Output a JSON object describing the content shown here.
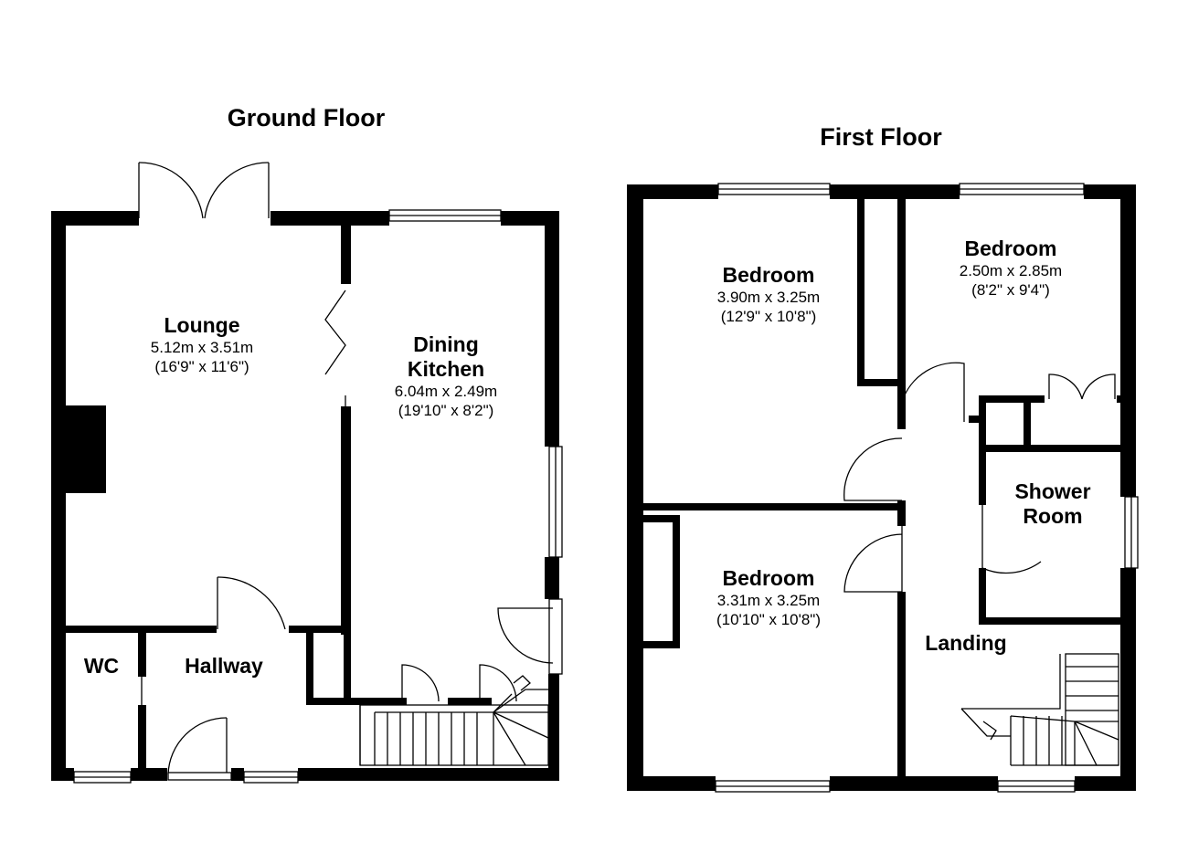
{
  "floors": {
    "ground": {
      "title": "Ground Floor",
      "rooms": {
        "lounge": {
          "name": "Lounge",
          "size_m": "5.12m x 3.51m",
          "size_ft": "(16'9\" x 11'6\")"
        },
        "dining_kitchen": {
          "name_line1": "Dining",
          "name_line2": "Kitchen",
          "size_m": "6.04m x 2.49m",
          "size_ft": "(19'10\" x 8'2\")"
        },
        "wc": {
          "name": "WC"
        },
        "hallway": {
          "name": "Hallway"
        }
      }
    },
    "first": {
      "title": "First Floor",
      "rooms": {
        "bedroom_1": {
          "name": "Bedroom",
          "size_m": "3.90m x 3.25m",
          "size_ft": "(12'9\" x 10'8\")"
        },
        "bedroom_2": {
          "name": "Bedroom",
          "size_m": "2.50m x 2.85m",
          "size_ft": "(8'2\" x 9'4\")"
        },
        "bedroom_3": {
          "name": "Bedroom",
          "size_m": "3.31m x 3.25m",
          "size_ft": "(10'10\" x 10'8\")"
        },
        "shower_room": {
          "name_line1": "Shower",
          "name_line2": "Room"
        },
        "landing": {
          "name": "Landing"
        }
      }
    }
  }
}
